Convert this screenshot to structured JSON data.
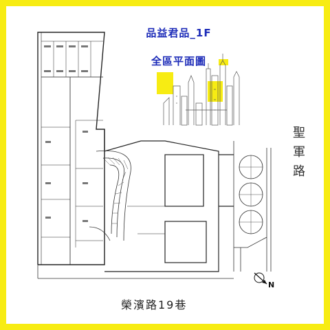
{
  "title": {
    "line1": "品益君品_1F",
    "line2": "全區平面圖"
  },
  "side_road": [
    "聖",
    "軍",
    "路"
  ],
  "street": "榮濱路19巷",
  "north_label": "N",
  "colors": {
    "frame": "#f7ec13",
    "title": "#1c2bb8",
    "accent": "#f7ec13",
    "line": "#333333"
  }
}
